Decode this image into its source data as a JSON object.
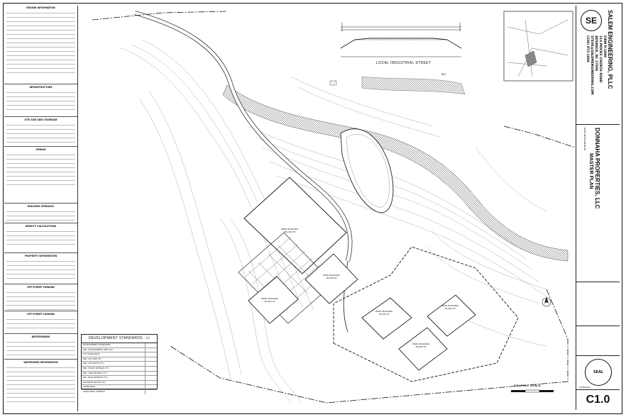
{
  "title_block": {
    "firm_name": "SALEM ENGINEERING, PLLC",
    "firm_lines": [
      "FIRM P-1899",
      "214 MOCKS CHURCH ROAD",
      "ADVANCE, NC 27006",
      "STEVE@SALEMENGINEERING.COM",
      "(336) 972-1806"
    ],
    "owner_name": "DONNAHA PROPERTIES, LLC",
    "sheet_title": "MASTER PLAN",
    "sheet_number": "C1.0",
    "date": "5/28/2024",
    "seal_text": "SEAL",
    "logo_letters": "SE",
    "rev_header": "DATE REVISION NOTE"
  },
  "plan": {
    "street_label": "LOCAL INDUSTRIAL STREET",
    "scale_label": "GRAPHIC SCALE",
    "key_label": "KEY",
    "buildings": [
      {
        "label": "PROP. BUILDING",
        "area": "150,000 SF"
      },
      {
        "label": "PROP. BUILDING",
        "area": "30,000 SF"
      },
      {
        "label": "PROP. BUILDING",
        "area": "30,000 SF"
      },
      {
        "label": "PROP. BUILDING",
        "area": "35,000 SF"
      },
      {
        "label": "PROP. BUILDING",
        "area": "35,000 SF"
      },
      {
        "label": "PROP. BUILDING",
        "area": "35,000 SF"
      }
    ]
  },
  "dev_table": {
    "title": "DEVELOPMENT STANDARDS - LI",
    "rows": [
      {
        "label": "DEVELOPMENT STANDARDS",
        "value": ""
      },
      {
        "label": "MIN. DEVELOPMENT SIZE (AC)",
        "value": ""
      },
      {
        "label": "LOT STANDARDS",
        "value": ""
      },
      {
        "label": "MIN. LOT SIZE (SF)",
        "value": ""
      },
      {
        "label": "MIN. LOT WIDTH (FT.)",
        "value": ""
      },
      {
        "label": "MIN. FRONT SETBACK (FT.)",
        "value": ""
      },
      {
        "label": "MIN. SIDE SETBACK (FT.)",
        "value": ""
      },
      {
        "label": "MIN. REAR SETBACK (FT.)",
        "value": ""
      },
      {
        "label": "MAXIMUM HEIGHT (FT.)",
        "value": ""
      },
      {
        "label": "STANDARDS",
        "value": ""
      },
      {
        "label": "ADDITIONAL SETBACK",
        "value": ""
      }
    ]
  },
  "left_column": {
    "sections": [
      "REVIEW INFORMATION",
      "INFRASTRUCTURE",
      "SITE SIZE AND COVERAGE",
      "ZONING",
      "BUILDING SETBACKS",
      "DENSITY CALCULATIONS",
      "PROPERTY INFORMATION",
      "OFF-STREET PARKING",
      "OFF-STREET LOADING",
      "BUFFERYARDS",
      "WATERSHED INFORMATION"
    ]
  }
}
